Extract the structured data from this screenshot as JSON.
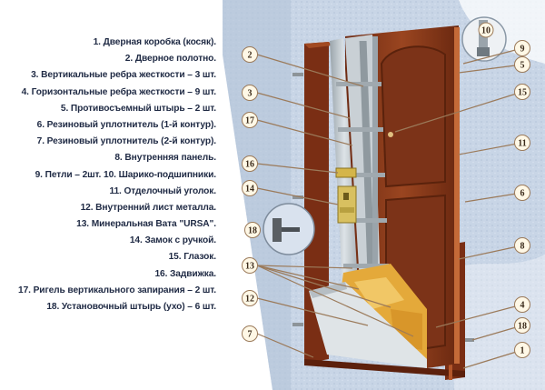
{
  "legend": [
    "1. Дверная коробка (косяк).",
    "2. Дверное полотно.",
    "3. Вертикальные ребра жесткости – 3 шт.",
    "4. Горизонтальные ребра жесткости – 9 шт.",
    "5. Противосъемный штырь – 2 шт.",
    "6. Резиновый уплотнитель (1-й контур).",
    "7. Резиновый уплотнитель (2-й контур).",
    "8. Внутренняя панель.",
    "9. Петли – 2шт. 10. Шарико-подшипники.",
    "11. Отделочный уголок.",
    "12. Внутренний лист металла.",
    "13. Минеральная Вата \"URSA\".",
    "14. Замок с ручкой.",
    "15. Глазок.",
    "16. Задвижка.",
    "17. Ригель вертикального запирания – 2 шт.",
    "18. Установочный штырь (ухо) – 6 шт."
  ],
  "callouts": [
    "2",
    "3",
    "17",
    "16",
    "14",
    "18",
    "13",
    "12",
    "7",
    "10",
    "9",
    "5",
    "15",
    "11",
    "6",
    "8",
    "4",
    "18",
    "1"
  ],
  "colors": {
    "wall": "#c9d6e6",
    "door_brown": "#8b3a1c",
    "metal": "#b9c2c8",
    "insulation": "#e8b43a",
    "label_fill": "#fff8e6",
    "leader": "#9b7a5a"
  }
}
